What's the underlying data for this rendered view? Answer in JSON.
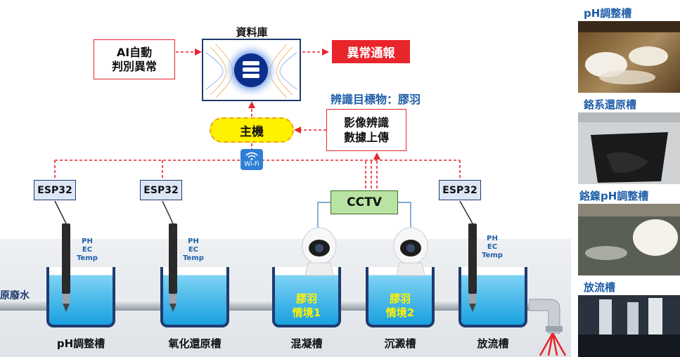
{
  "database": {
    "label": "資料庫"
  },
  "ai": {
    "line1": "AI自動",
    "line2": "判別異常"
  },
  "alarm": {
    "label": "異常通報"
  },
  "target": {
    "label": "辨識目標物：膠羽"
  },
  "host": {
    "label": "主機"
  },
  "upload": {
    "line1": "影像辨識",
    "line2": "數據上傳"
  },
  "wifi": {
    "label": "Wi-Fi"
  },
  "esp": [
    "ESP32",
    "ESP32",
    "ESP32"
  ],
  "cctv": {
    "label": "CCTV"
  },
  "sensor": {
    "line1": "PH",
    "line2": "EC",
    "line3": "Temp"
  },
  "inlet": {
    "label": "原廢水"
  },
  "scenarios": [
    {
      "line1": "膠羽",
      "line2": "情境1"
    },
    {
      "line1": "膠羽",
      "line2": "情境2"
    }
  ],
  "tanks": [
    "pH調整槽",
    "氧化還原槽",
    "混凝槽",
    "沉澱槽",
    "放流槽"
  ],
  "photos": [
    "pH調整槽",
    "鉻系還原槽",
    "鉻鎳pH調整槽",
    "放流槽"
  ],
  "colors": {
    "red": "#e8252b",
    "navy": "#1f3b6e",
    "yellow": "#fff200",
    "water": "#1fa3e0",
    "green": "#b9e3a2"
  }
}
